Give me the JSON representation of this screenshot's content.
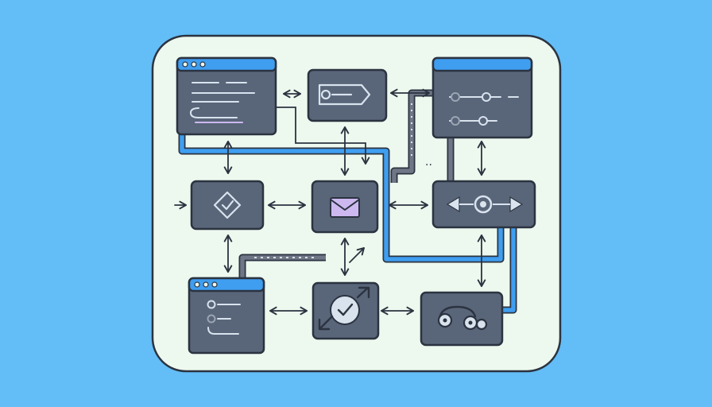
{
  "colors": {
    "background": "#63bdf6",
    "panel": "#edf8ee",
    "outline": "#2b3340",
    "node": "#596579",
    "accent_blue": "#3f9ef0",
    "light_icon": "#d8e3ee",
    "lilac_icon": "#cdb9f0",
    "conduit_grey": "#6f7787"
  },
  "diagram": {
    "nodes": [
      {
        "id": "window-top-left",
        "icon": "text-lines-icon"
      },
      {
        "id": "tag-node",
        "icon": "tag-icon"
      },
      {
        "id": "window-top-right",
        "icon": "slider-settings-icon"
      },
      {
        "id": "diamond-node",
        "icon": "diamond-check-icon"
      },
      {
        "id": "mail-node",
        "icon": "mail-icon"
      },
      {
        "id": "navigation-node",
        "icon": "left-right-arrows-icon"
      },
      {
        "id": "window-bottom-left",
        "icon": "list-bullets-icon"
      },
      {
        "id": "sync-node",
        "icon": "sync-arrows-icon"
      },
      {
        "id": "link-node",
        "icon": "chain-link-icon"
      }
    ]
  }
}
